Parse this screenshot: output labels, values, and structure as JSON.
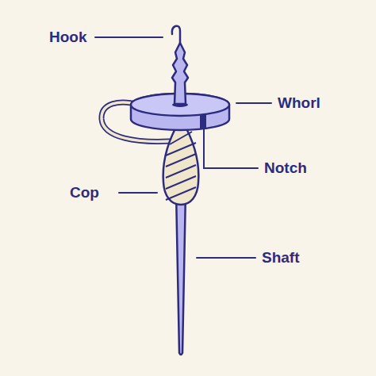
{
  "diagram": {
    "labels": [
      "Hook",
      "Whorl",
      "Notch",
      "Cop",
      "Shaft"
    ]
  }
}
